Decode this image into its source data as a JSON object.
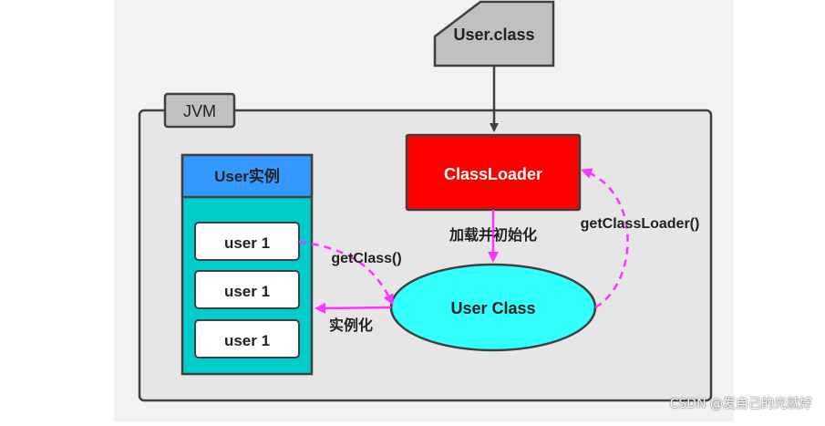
{
  "diagram": {
    "file_label": "User.class",
    "jvm_label": "JVM",
    "classloader_label": "ClassLoader",
    "instances_header": "User实例",
    "instances": [
      "user 1",
      "user 1",
      "user 1"
    ],
    "user_class_label": "User  Class",
    "load_init_label": "加载并初始化",
    "get_class_label": "getClass()",
    "get_classloader_label": "getClassLoader()",
    "instantiate_label": "实例化"
  },
  "watermark": "CSDN @发自己的光就好",
  "colors": {
    "panel_bg": "#f2f2f2",
    "jvm_bg": "#e6e6e6",
    "file_fill": "#c0c0c0",
    "classloader": "#ff0000",
    "instances_header": "#3399ff",
    "instances_body": "#00cccc",
    "user_class": "#33ffff",
    "magenta": "#ff33ff",
    "outline": "#404040"
  }
}
